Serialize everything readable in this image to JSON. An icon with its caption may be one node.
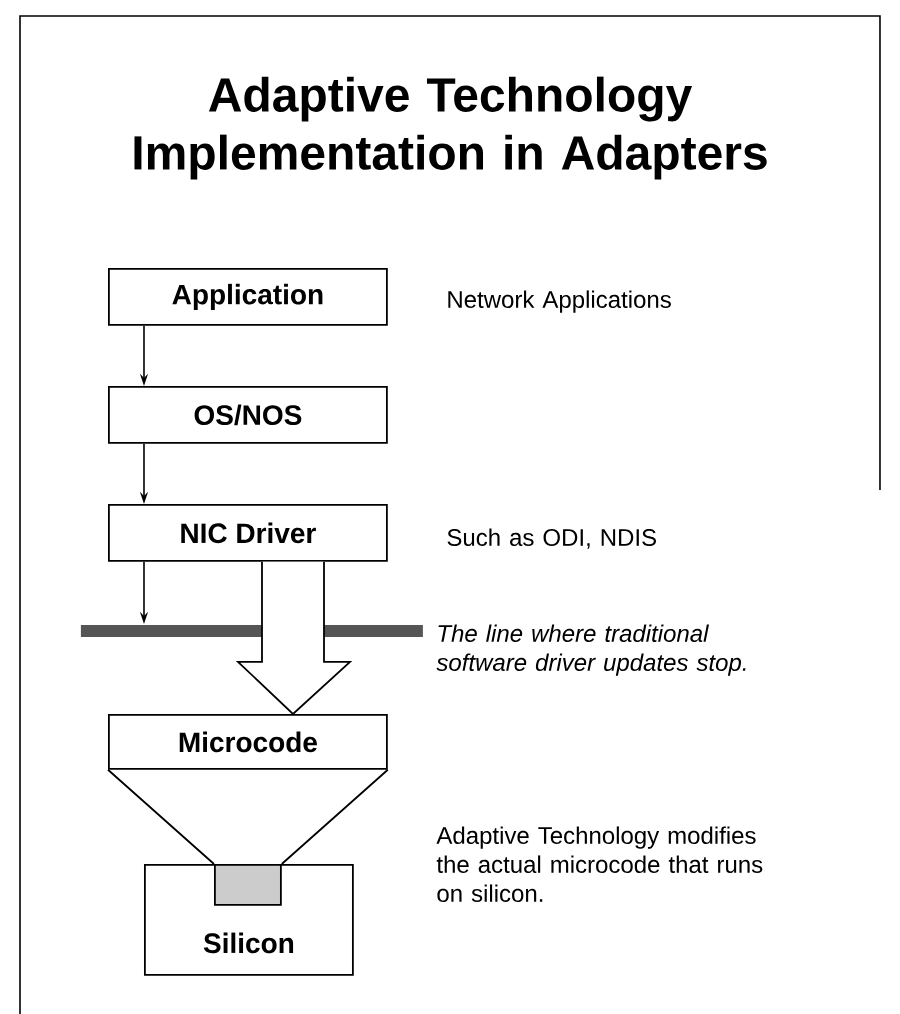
{
  "diagram": {
    "title": "Adaptive Technology Implementation in Adapters",
    "nodes": [
      {
        "text": [
          "Application"
        ],
        "beside": [
          "Network Applications"
        ]
      },
      {
        "text": [
          "OS/NOS"
        ]
      },
      {
        "text": [
          "NIC Driver"
        ],
        "beside": [
          "Such as ODI, NDIS"
        ]
      },
      {
        "text": [],
        "shape": "bar",
        "beside": [
          "*The line where traditional software driver updates stop.*"
        ]
      },
      {
        "text": [
          "Microcode"
        ]
      },
      {
        "text": [
          "Silicon"
        ],
        "beside": [
          "Adaptive Technology modifies the actual microcode that runs on silicon."
        ]
      },
      {
        "text": [],
        "shape": "box",
        "in": 5
      }
    ],
    "edges": [
      {
        "from": 0,
        "to": 1,
        "arrow": "to"
      },
      {
        "from": 1,
        "to": 2,
        "arrow": "to"
      },
      {
        "from": 2,
        "to": 3,
        "arrow": "to"
      },
      {
        "from": 2,
        "to": 4,
        "arrow": "to"
      },
      {
        "from": 4,
        "to": 6,
        "arrow": "none"
      }
    ]
  }
}
